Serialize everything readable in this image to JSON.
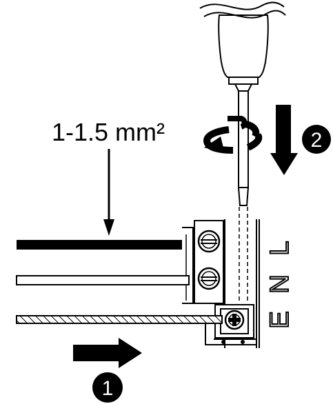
{
  "wire_gauge_label": "1-1.5 mm²",
  "step_1_label": "1",
  "step_2_label": "2",
  "terminal_labels": [
    "L",
    "N",
    "E"
  ],
  "icons": {
    "screwdriver": "screwdriver-icon",
    "rotate": "rotate-arrow-icon",
    "push_down": "down-arrow-icon",
    "insert": "right-arrow-icon"
  },
  "colors": {
    "ink": "#000000",
    "paper": "#ffffff"
  }
}
